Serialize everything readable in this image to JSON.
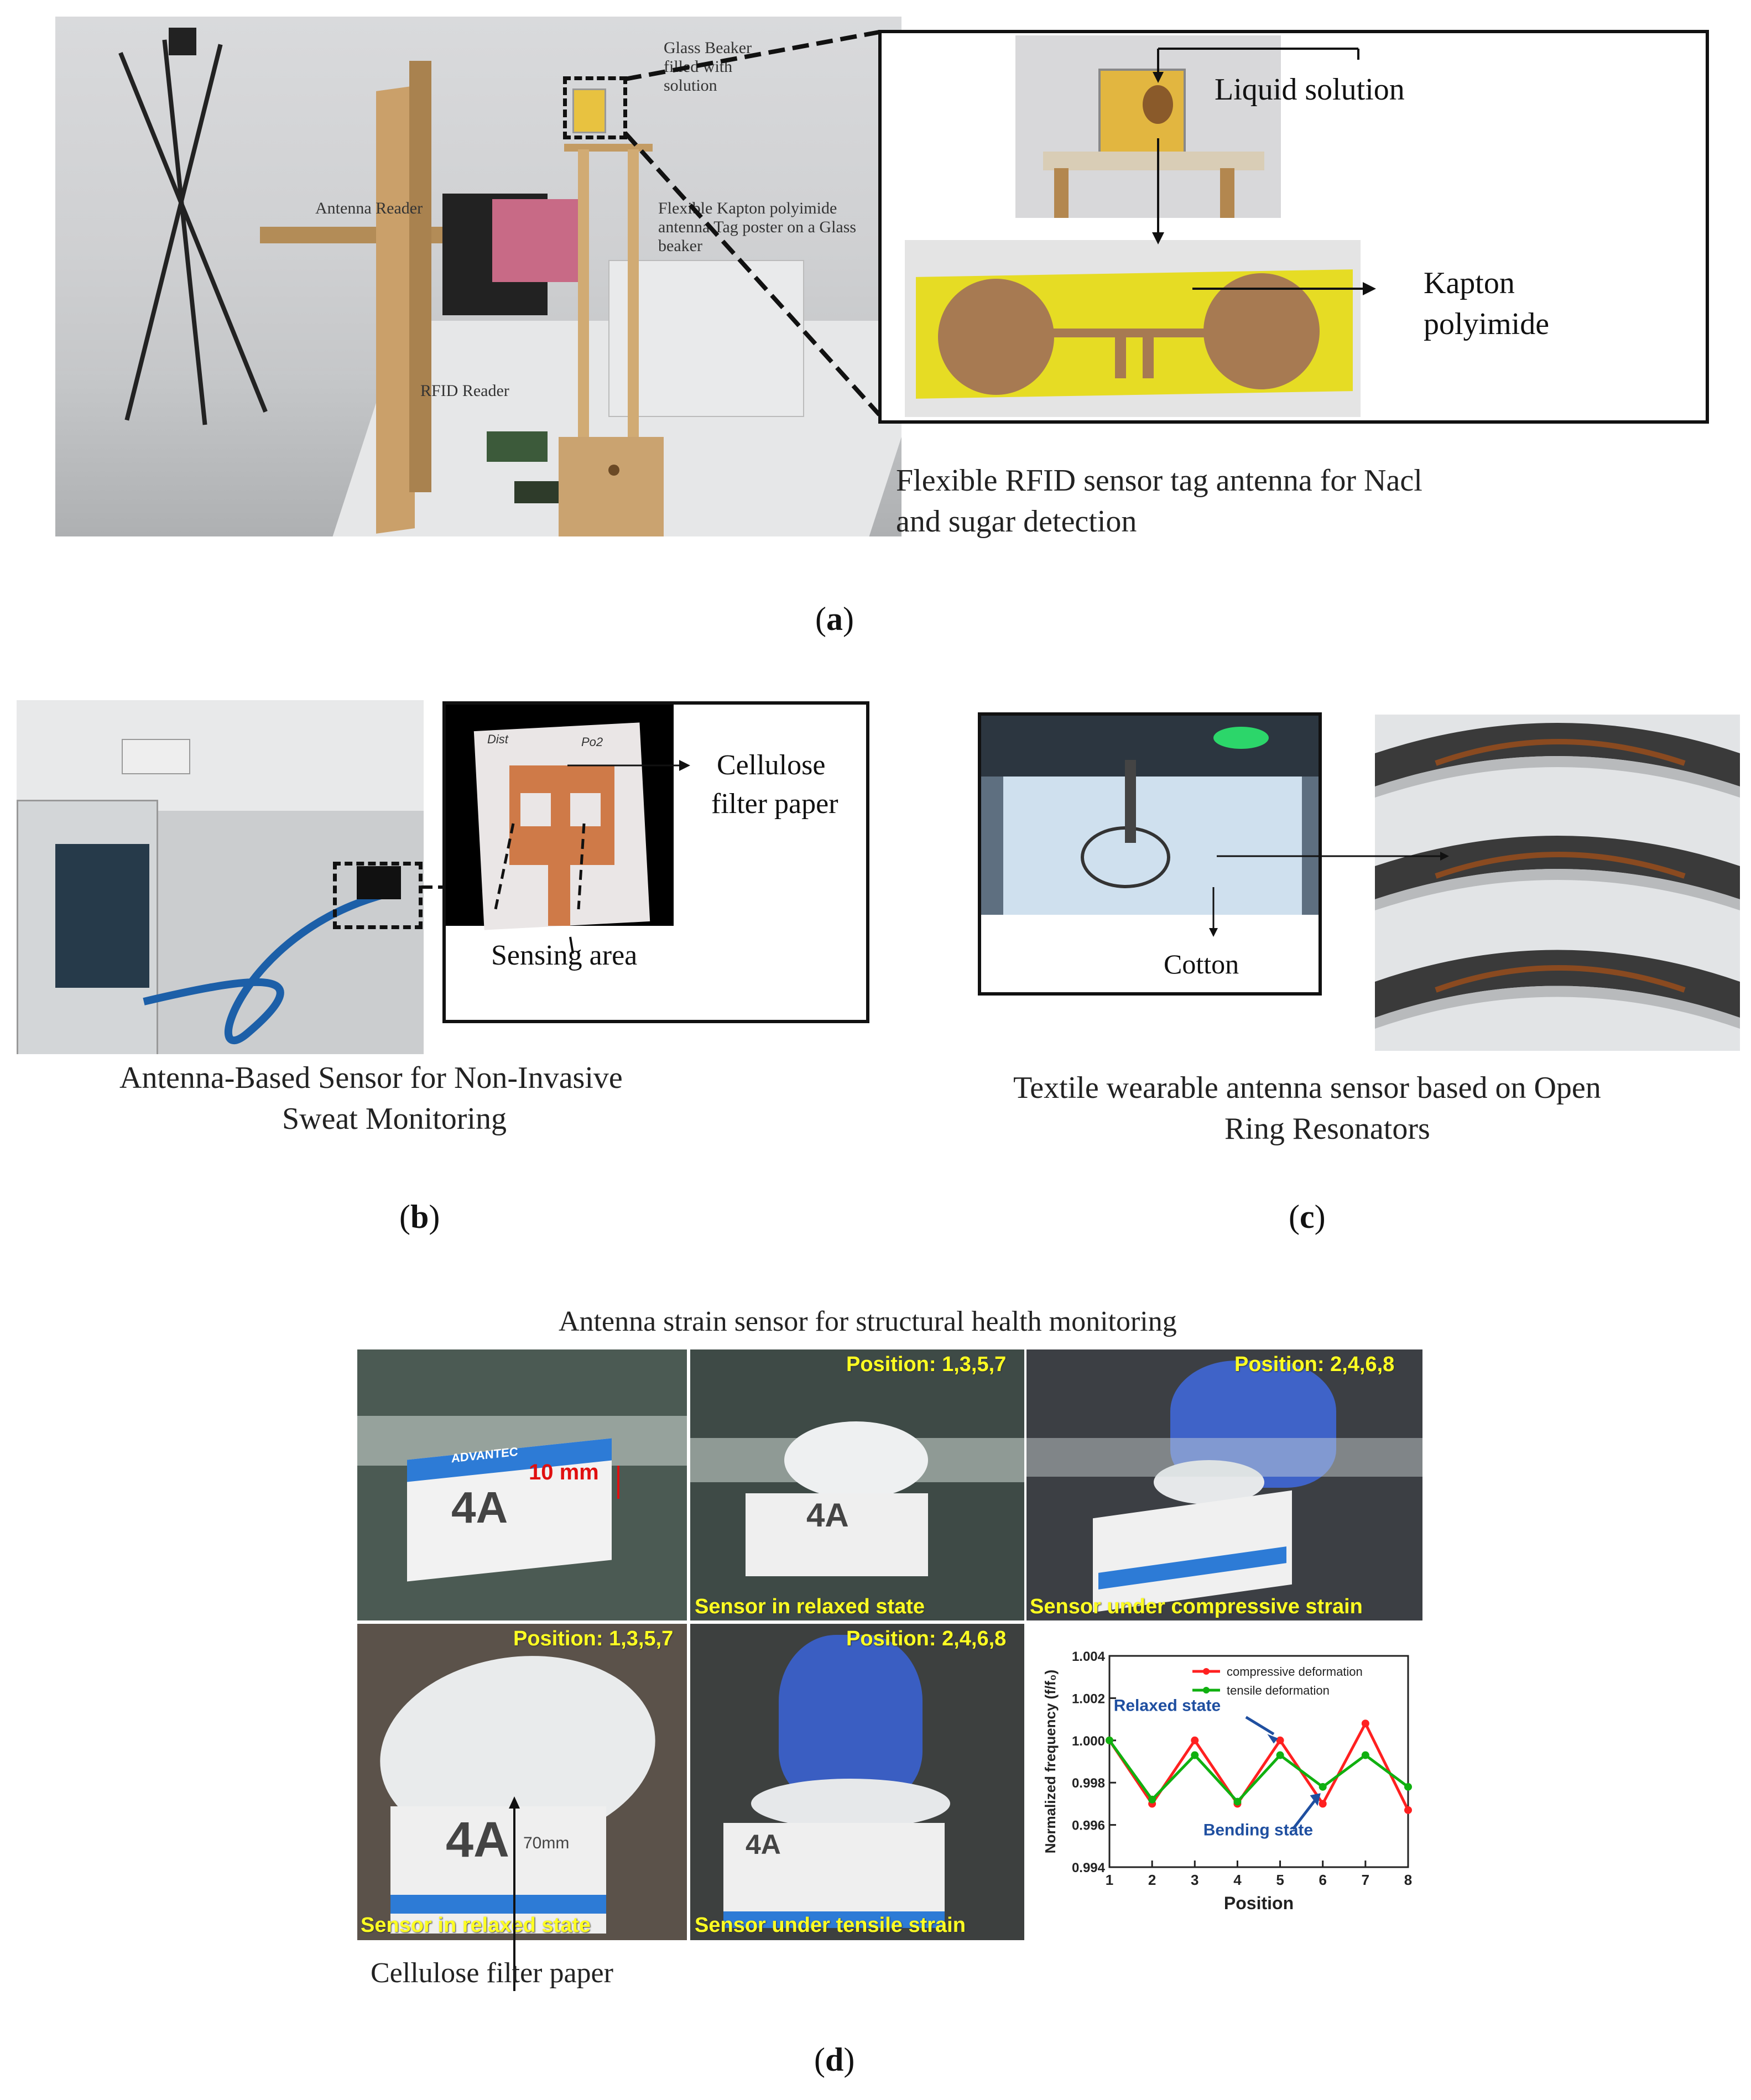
{
  "panel_a": {
    "label": "a",
    "photo_labels": {
      "beaker": "Glass Beaker filled with solution",
      "antenna_reader": "Antenna Reader",
      "kapton_tag": "Flexible Kapton polyimide antenna Tag poster on a Glass beaker",
      "rfid_reader": "RFID Reader"
    },
    "inset": {
      "liquid": "Liquid solution",
      "kapton_line1": "Kapton",
      "kapton_line2": "polyimide"
    },
    "caption_line1": "Flexible RFID sensor tag antenna for Nacl",
    "caption_line2": "and sugar detection"
  },
  "panel_b": {
    "label": "b",
    "inset": {
      "cellulose_line1": "Cellulose",
      "cellulose_line2": "filter paper",
      "sensing": "Sensing area",
      "paper_text_left": "Dist",
      "paper_text_right": "Po2"
    },
    "caption_line1": "Antenna-Based Sensor for Non-Invasive",
    "caption_line2": "Sweat Monitoring"
  },
  "panel_c": {
    "label": "c",
    "inset": {
      "cotton": "Cotton"
    },
    "caption_line1": "Textile wearable antenna sensor based on Open",
    "caption_line2": "Ring Resonators"
  },
  "panel_d": {
    "label": "d",
    "title": "Antenna strain sensor for structural health monitoring",
    "photo_labels": {
      "mm": "10 mm",
      "pos_a": "Position: 1,3,5,7",
      "pos_b": "Position: 2,4,6,8",
      "pos_c": "Position: 1,3,5,7",
      "pos_d": "Position: 2,4,6,8",
      "relaxed1": "Sensor in relaxed state",
      "compressive": "Sensor under compressive strain",
      "relaxed2": "Sensor in relaxed state",
      "tensile": "Sensor under tensile strain"
    },
    "box_text": {
      "big": "4A",
      "small": "70mm",
      "brand": "ADVANTEC"
    },
    "cellulose": "Cellulose filter paper"
  },
  "chart_data": {
    "type": "line",
    "xlabel": "Position",
    "ylabel": "Normalized frequency (f/f₀)",
    "x": [
      1,
      2,
      3,
      4,
      5,
      6,
      7,
      8
    ],
    "xlim": [
      1,
      8
    ],
    "ylim": [
      0.994,
      1.004
    ],
    "yticks": [
      "0.994",
      "0.996",
      "0.998",
      "1.000",
      "1.002",
      "1.004"
    ],
    "xticks": [
      "1",
      "2",
      "3",
      "4",
      "5",
      "6",
      "7",
      "8"
    ],
    "series": [
      {
        "name": "compressive deformation",
        "color": "#ff2020",
        "values": [
          1.0,
          0.997,
          1.0,
          0.997,
          1.0,
          0.997,
          1.0008,
          0.9967
        ]
      },
      {
        "name": "tensile deformation",
        "color": "#10b010",
        "values": [
          1.0,
          0.9972,
          0.9993,
          0.9971,
          0.9993,
          0.9978,
          0.9993,
          0.9978
        ]
      }
    ],
    "annotations": [
      "Relaxed state",
      "Bending state"
    ],
    "legend": "top",
    "grid": false
  }
}
